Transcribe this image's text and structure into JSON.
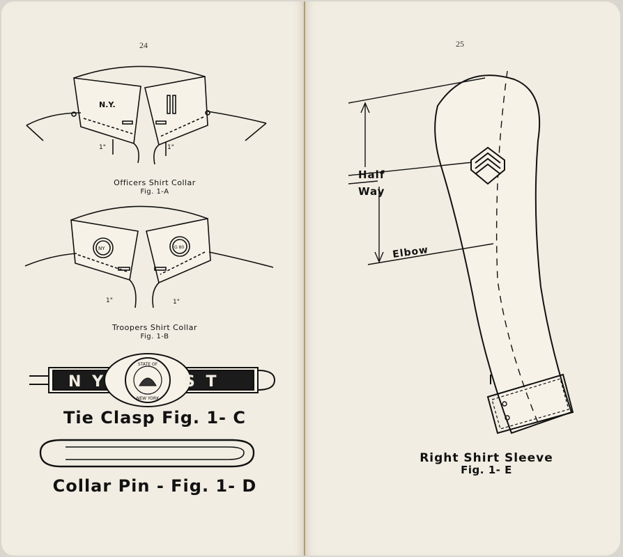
{
  "left_page": {
    "page_number": "24",
    "fig_a": {
      "title": "Officers Shirt Collar",
      "label": "Fig. 1-A",
      "insignia_text": "N.Y.",
      "measure_left": "1\"",
      "measure_right": "1\""
    },
    "fig_b": {
      "title": "Troopers Shirt Collar",
      "label": "Fig. 1-B",
      "left_button_text": "NY",
      "right_button_text": "G 80",
      "measure_left": "1\"",
      "measure_right": "1\""
    },
    "fig_c": {
      "caption": "Tie Clasp Fig. 1- C",
      "bar_left_text": "N Y",
      "bar_right_text": "S T",
      "seal_top_text": "STATE OF",
      "seal_bottom_text": "NEW YORK"
    },
    "fig_d": {
      "caption": "Collar Pin - Fig. 1- D"
    }
  },
  "right_page": {
    "page_number": "25",
    "fig_e": {
      "line1": "Right Shirt Sleeve",
      "line2": "Fig. 1- E",
      "half_label": "Half",
      "way_label": "Way",
      "elbow_label": "Elbow"
    }
  }
}
